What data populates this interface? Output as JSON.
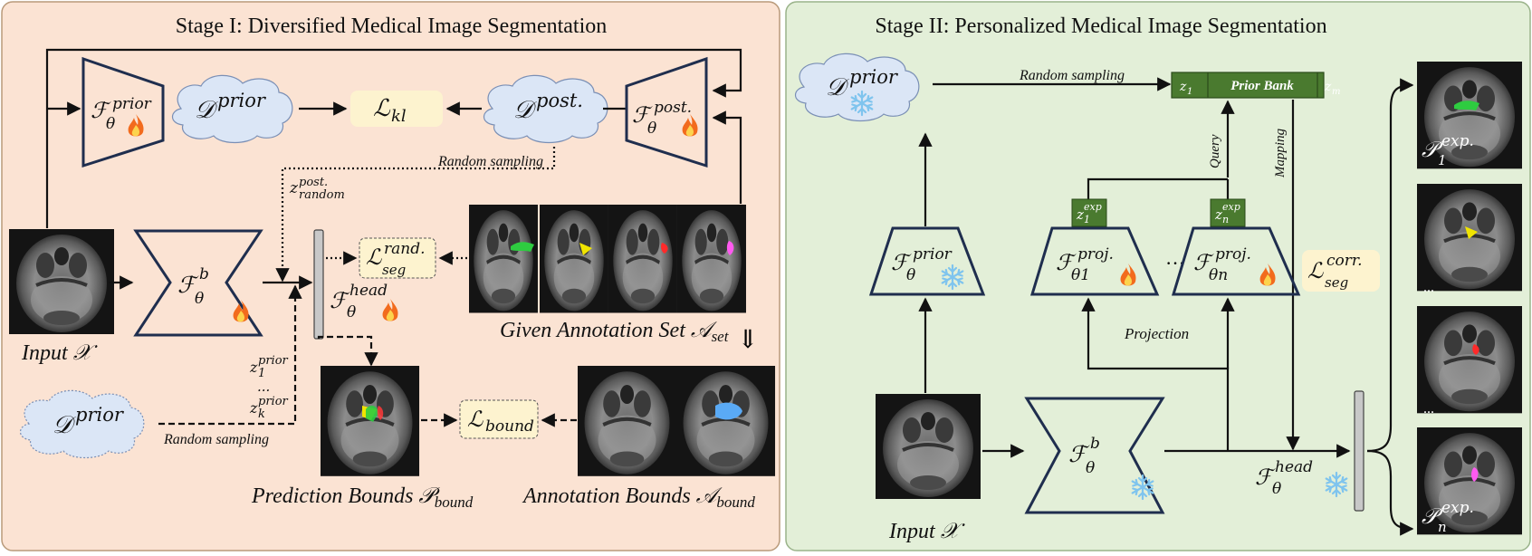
{
  "stage1": {
    "title": "Stage I: Diversified Medical Image Segmentation",
    "input_label": "Input 𝒳",
    "prior_encoder": {
      "base": "ℱ",
      "sub": "θ",
      "sup": "prior"
    },
    "posterior_encoder": {
      "base": "ℱ",
      "sub": "θ",
      "sup": "post."
    },
    "prior_dist": {
      "base": "𝒟",
      "sup": "prior"
    },
    "posterior_dist": {
      "base": "𝒟",
      "sup": "post."
    },
    "loss_kl": {
      "base": "ℒ",
      "sub": "kl"
    },
    "random_sampling_1": "Random sampling",
    "z_post_random": {
      "base": "z",
      "sup": "post.",
      "sub": "random"
    },
    "backbone": {
      "base": "ℱ",
      "sub": "θ",
      "sup": "b"
    },
    "head": {
      "base": "ℱ",
      "sub": "θ",
      "sup": "head"
    },
    "loss_seg_rand": {
      "base": "ℒ",
      "sub": "seg",
      "sup": "rand."
    },
    "given_annotation_set": "Given Annotation Set 𝒜",
    "given_annotation_sub": "set",
    "z_prior_1": {
      "base": "z",
      "sub": "1",
      "sup": "prior"
    },
    "z_prior_dots": "...",
    "z_prior_k": {
      "base": "z",
      "sub": "k",
      "sup": "prior"
    },
    "prior_dist_2": {
      "base": "𝒟",
      "sup": "prior"
    },
    "random_sampling_2": "Random sampling",
    "loss_bound": {
      "base": "ℒ",
      "sub": "bound"
    },
    "prediction_bounds": "Prediction Bounds 𝒫",
    "prediction_bounds_sub": "bound",
    "annotation_bounds": "Annotation Bounds 𝒜",
    "annotation_bounds_sub": "bound",
    "double_arrow": "⇓"
  },
  "stage2": {
    "title": "Stage II: Personalized Medical Image Segmentation",
    "prior_dist": {
      "base": "𝒟",
      "sup": "prior"
    },
    "random_sampling": "Random sampling",
    "prior_bank": {
      "left": "z",
      "left_sub": "1",
      "center": "Prior Bank",
      "right": "z",
      "right_sub": "m"
    },
    "query": "Query",
    "mapping": "Mapping",
    "z_exp_1": {
      "base": "z",
      "sub": "1",
      "sup": "exp"
    },
    "z_exp_n": {
      "base": "z",
      "sub": "n",
      "sup": "exp"
    },
    "prior_encoder": {
      "base": "ℱ",
      "sub": "θ",
      "sup": "prior"
    },
    "proj_1": {
      "base": "ℱ",
      "sub": "θ1",
      "sup": "proj."
    },
    "proj_n": {
      "base": "ℱ",
      "sub": "θn",
      "sup": "proj."
    },
    "ellipsis": "···",
    "loss_seg_corr": {
      "base": "ℒ",
      "sub": "seg",
      "sup": "corr."
    },
    "projection": "Projection",
    "input_label": "Input 𝒳",
    "backbone": {
      "base": "ℱ",
      "sub": "θ",
      "sup": "b"
    },
    "head": {
      "base": "ℱ",
      "sub": "θ",
      "sup": "head"
    },
    "p_exp_1": {
      "base": "𝒫",
      "sub": "1",
      "sup": "exp."
    },
    "p_exp_n": {
      "base": "𝒫",
      "sub": "n",
      "sup": "exp."
    },
    "dots_a": "...",
    "dots_b": "..."
  },
  "colors": {
    "stage1_bg": "#fbe3d3",
    "stage2_bg": "#e3efd8",
    "cloud": "#dbe6f6",
    "loss_box": "#fdf3cf",
    "bank_green": "#4a7a2f",
    "trap_stroke": "#1f2e4e",
    "fire": "flame-icon",
    "frozen": "snowflake-icon"
  }
}
